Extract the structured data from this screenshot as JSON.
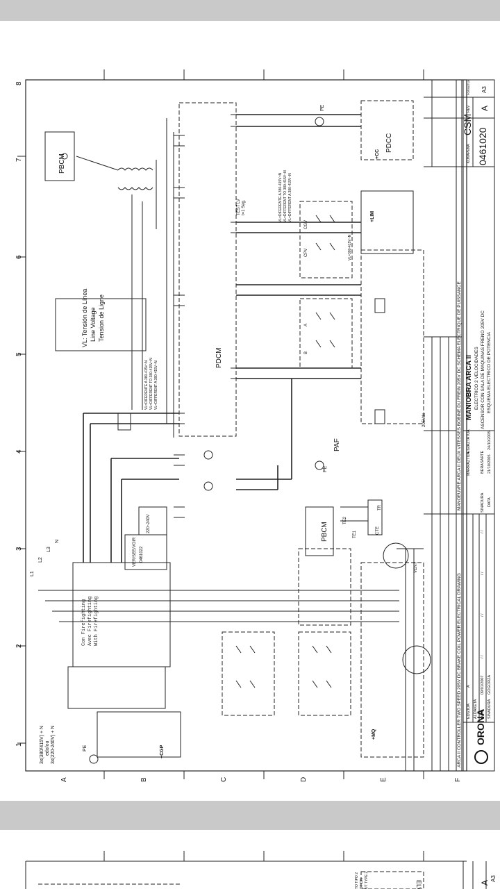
{
  "sheet1": {
    "col_numbers": [
      "1",
      "2",
      "3",
      "4",
      "5",
      "6",
      "7",
      "8"
    ],
    "row_letters": [
      "A",
      "B",
      "C",
      "D",
      "E",
      "F"
    ],
    "supply_label_1": "3x(380/415V) + N",
    "supply_label_2": "edo/ou",
    "supply_label_3": "3x(220-240V) + N",
    "phase_l1": "L1",
    "phase_l2": "L2",
    "phase_l3": "L3",
    "phase_n": "N",
    "pe": "PE",
    "pbcm_top": "PBCM",
    "pbcm_mid": "PBCM",
    "pdcm": "PDCM",
    "paf": "PAF",
    "pdcc": "PDCC",
    "cc": "+CC",
    "lim": "+LIM",
    "cgp": "+CGP",
    "mq": "+MQ",
    "vent": "VENT",
    "cte": "CTE",
    "tr": "TR",
    "te1": "TE1",
    "te2": "TE2",
    "ferr_box": [
      "Con Firefighting",
      "Avec Firefighting",
      "With Firefighting"
    ],
    "vl_note_left": [
      "VL=DIFERENTE A 380-415V~N",
      "VL=DIFFERENT TO 380-415V~N",
      "VL=DIFFERENT A 380-415V~N"
    ],
    "vl_note_right": [
      "VL=DIFERENTE A 380-415V~N",
      "VL=DIFFERENT TO 380-415V~N",
      "VL=DIFFERENT A 380-415V~N"
    ],
    "vl_equal": "VL=380-415V~N",
    "vl_legend": [
      "VL: Tensión de Línea",
      "Line Voltage",
      "Tension de Ligne"
    ],
    "test_note": [
      "TEST LV",
      "t=1 Seg."
    ],
    "voltage_220": "220~240V",
    "voltage_205": "205Vdc",
    "ver_box": [
      "VER/SEE/VOIR",
      "0461022"
    ],
    "contactors": [
      "CGV",
      "CPV",
      "A",
      "B"
    ],
    "title_strip_1": "ARCA II CONTROLLER  TWO SPEED  205V DC BRAKE COIL  POWER ELECTRICAL DRAWING",
    "title_strip_2": "MANOEUVRE ARCA II  DEUX VITESSES  BOBINE DU FREIN 205V DC  SCHEMA ELECTRIQUE DE PUISSANCE",
    "logo": "ORONA",
    "edition_labels": [
      "EDIZIOA",
      "ALDAKETA",
      "DATA",
      "SINADURA"
    ],
    "edition_a": "A",
    "edition_date": "09/01/2007",
    "edition_signer": "GOGORZA",
    "marks": [
      "/ /",
      "/ /",
      "/ /",
      "/ /"
    ],
    "sign_labels": [
      "SINADURA",
      "DATA"
    ],
    "marraztua": "MARRAZTUA",
    "egiaztatua": "EGIAZTATUA",
    "drawn_by": "BERASARTE",
    "date_drawn": "21/10/2005",
    "date_checked": "24/10/2005",
    "title_main": "MANIOBRA ARCA II",
    "title_lines": [
      "ELECTRICO 2 VELOCIDADES",
      "ASCENSOR CON SALA DE MAQUINAS FRENO 205V DC",
      "ESQUEMA ELECTRICO DE POTENCIA"
    ],
    "kokapena": "KOKAPENA",
    "csm": "CSM",
    "plan_number": "0461020",
    "rev_label": "REV",
    "rev": "A",
    "format_label": "FORMATUA",
    "format": "A3"
  },
  "sheet2": {
    "format": "A3",
    "rev": "A",
    "fragment": [
      "TO TIPO 2",
      "CTION",
      "UT TYPE 2"
    ],
    "elv": "ELV"
  }
}
